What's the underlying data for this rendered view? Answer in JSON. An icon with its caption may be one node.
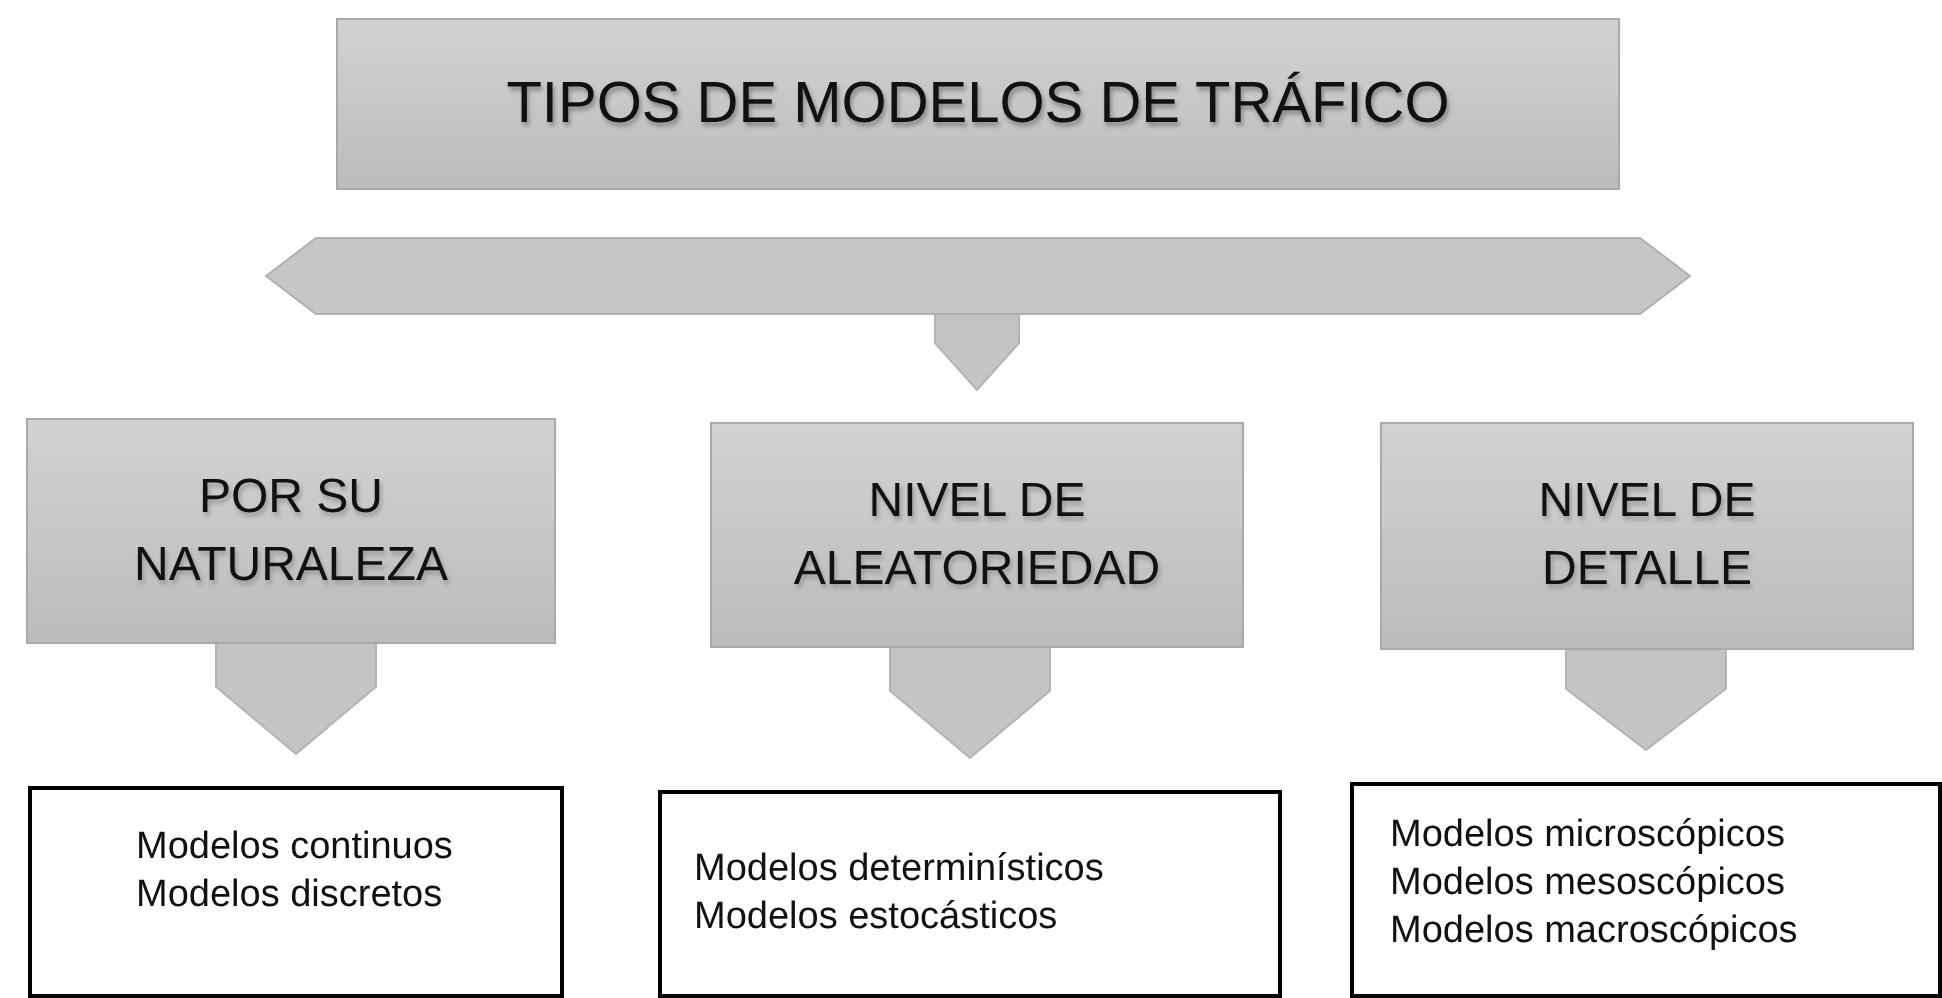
{
  "diagram": {
    "nodes": [
      {
        "text": [
          "TIPOS DE MODELOS DE TRÁFICO"
        ]
      },
      {
        "text": [],
        "shape": "bar"
      },
      {
        "text": [
          "POR SU NATURALEZA"
        ]
      },
      {
        "text": [
          "NIVEL DE ALEATORIEDAD"
        ]
      },
      {
        "text": [
          "NIVEL DE DETALLE"
        ]
      },
      {
        "text": [
          "Modelos continuos",
          "Modelos discretos"
        ]
      },
      {
        "text": [
          "Modelos determinísticos",
          "Modelos estocásticos"
        ]
      },
      {
        "text": [
          "Modelos microscópicos",
          "Modelos mesoscópicos",
          "Modelos macroscópicos"
        ]
      }
    ],
    "edges": [
      {
        "from": 1,
        "to": 3,
        "arrow": "to"
      },
      {
        "from": 2,
        "to": 5,
        "arrow": "to"
      },
      {
        "from": 3,
        "to": 6,
        "arrow": "to"
      },
      {
        "from": 4,
        "to": 7,
        "arrow": "to"
      }
    ]
  }
}
